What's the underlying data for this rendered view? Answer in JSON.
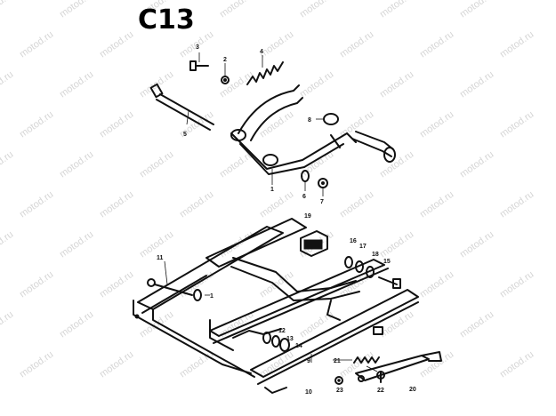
{
  "diagram_code": "C13",
  "watermark": "motod.ru",
  "part_numbers": {
    "p1": "1",
    "p2": "2",
    "p3": "3",
    "p4": "4",
    "p5": "5",
    "p6": "6",
    "p7": "7",
    "p8": "8",
    "p9": "9",
    "p10": "10",
    "p11": "11",
    "p12": "12",
    "p13": "13",
    "p14": "14",
    "p15": "15",
    "p16": "16",
    "p17": "17",
    "p18": "18",
    "p19": "19",
    "p20": "20",
    "p21": "21",
    "p22": "22",
    "p23": "23",
    "p1b": "1"
  }
}
